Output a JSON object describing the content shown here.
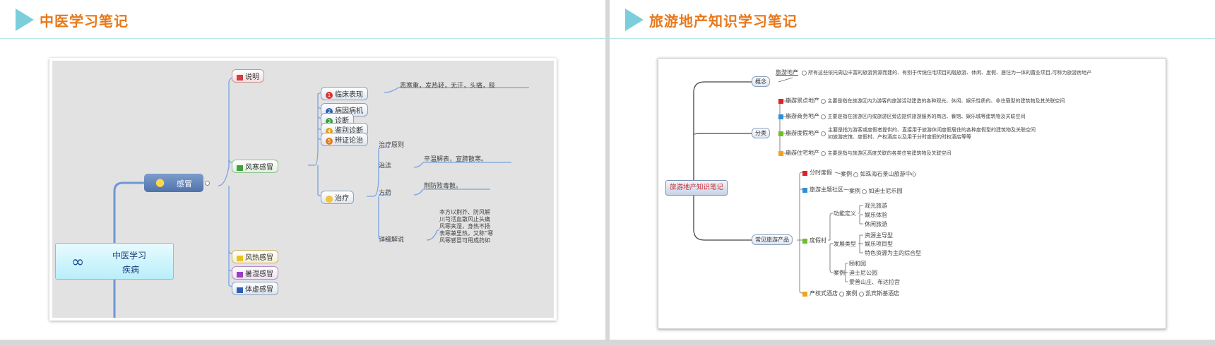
{
  "left_slide": {
    "title": "中医学习笔记",
    "root": {
      "line1": "中医学习",
      "line2": "疾病"
    },
    "main": "感冒",
    "branches": {
      "shuoming": "说明",
      "fenghan": "风寒感冒",
      "fengre": "风热感冒",
      "shushi": "暑湿感冒",
      "tixu": "体虚感冒"
    },
    "fenghan_children": [
      {
        "num": "1",
        "label": "临床表现"
      },
      {
        "num": "2",
        "label": "病因病机"
      },
      {
        "num": "3",
        "label": "诊断"
      },
      {
        "num": "4",
        "label": "鉴别诊断"
      },
      {
        "num": "5",
        "label": "辨证论治"
      }
    ],
    "clinical_text": "恶寒重，发热轻，无汗，头痛，肢",
    "zhiliao": "治疗",
    "zhiliao_children": {
      "yuanze": "治疗原则",
      "zhifa": "治法",
      "fangyao": "方药",
      "xiangxi": "详细解说"
    },
    "zhifa_text": "辛温解表，宣肺散寒。",
    "fangyao_text": "荆防败毒散。",
    "xiangxi_lines": [
      "本方以荆芥、防风解",
      "川芎活血散风止头痛",
      "风寒夹湿，身热不扬",
      "表寒兼里热，又称“寒",
      "风寒感冒可用成药如"
    ]
  },
  "right_slide": {
    "title": "旅游地产知识学习笔记",
    "root": "旅游地产知识笔记",
    "gainian": "概念",
    "gainian_label": "旅游地产",
    "gainian_text": "所有这些依托周边丰富的旅游资源而建的、有别于传统住宅项目的融旅游、休闲、度假、居住为一体的置业项目,可称为旅游房地产",
    "fenlei": "分类",
    "categories": [
      {
        "label": "旅游景点地产",
        "text": "主要是指在旅游区内为游客的旅游活动建造的各种观光、休闲、娱乐性质的、非住宿型的建筑物及其关联空间"
      },
      {
        "label": "旅游商务地产",
        "text": "主要是指在旅游区内或旅游区旁边提供旅游服务的商店、餐馆、娱乐城等建筑物及关联空间"
      },
      {
        "label": "旅游度假地产",
        "text": "主要是指为游客或度假者提供的、直接用于旅游休闲度假居住的各种度假型的建筑物及关联空间",
        "text2": "如旅游宾馆、度假村、产权酒店以及用于分时度假的时权酒店等等"
      },
      {
        "label": "旅游住宅地产",
        "text": "主要是指与旅游区高度关联的各类住宅建筑物及关联空间"
      }
    ],
    "changjian": "常见旅游产品",
    "products": {
      "fenshi": "分时度假",
      "zhuti": "旅游主题社区",
      "dujiacun": "度假村",
      "chanquan": "产权式酒店"
    },
    "anli": "案例",
    "fenshi_case": "如珠海石景山旅游中心",
    "zhuti_case": "如迪士尼乐园",
    "chanquan_case": "凯宾斯基酒店",
    "gongneng": "功能定义",
    "gongneng_items": [
      "观光旅游",
      "娱乐体验",
      "休闲旅游"
    ],
    "fazhan": "发展类型",
    "fazhan_items": [
      "资源主导型",
      "娱乐项目型",
      "特色资源为主的综合型"
    ],
    "cases": [
      "颐和园",
      "迪士尼公园",
      "爱普山庄、布达拉宫"
    ]
  }
}
